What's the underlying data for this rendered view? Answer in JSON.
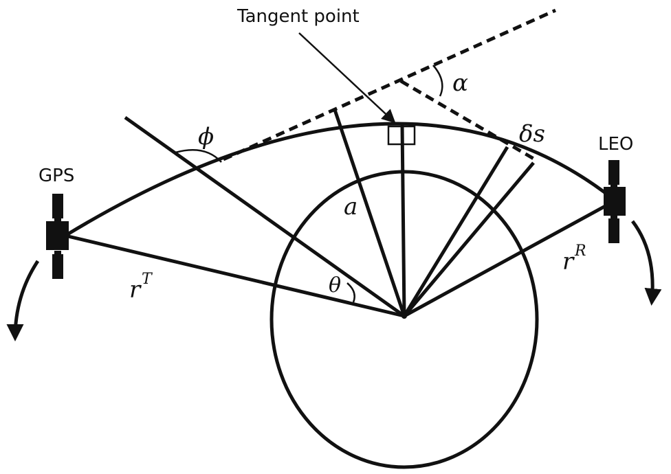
{
  "labels": {
    "tangent_point": "Tangent point",
    "gps": "GPS",
    "leo": "LEO"
  },
  "symbols": {
    "phi": "ϕ",
    "alpha": "α",
    "delta_s": "δs",
    "a": "a",
    "theta": "θ",
    "r_t_base": "r",
    "r_t_sup": "T",
    "r_r_base": "r",
    "r_r_sup": "R"
  },
  "colors": {
    "stroke": "#111111",
    "background": "#ffffff"
  }
}
